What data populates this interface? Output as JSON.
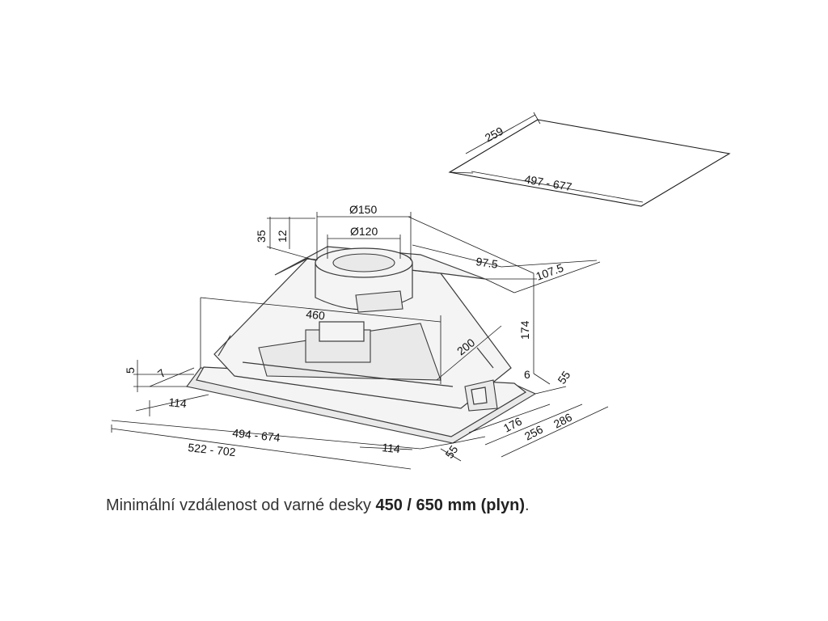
{
  "dimensions": {
    "filter_depth": "259",
    "filter_width": "497 - 677",
    "outlet_outer": "Ø150",
    "outlet_inner": "Ø120",
    "collar_height": "35",
    "collar_inner_height": "12",
    "outlet_offset_a": "97.5",
    "outlet_offset_b": "107.5",
    "body_width": "460",
    "body_depth": "200",
    "height": "174",
    "edge_height": "5",
    "edge_left": "7",
    "edge_right": "6",
    "side_left": "114",
    "side_right": "114",
    "cutout_width": "494 - 674",
    "total_width": "522 - 702",
    "depth_55_top": "55",
    "depth_55_bottom": "55",
    "depth_176": "176",
    "depth_256": "256",
    "depth_286": "286"
  },
  "caption": {
    "text": "Minimální vzdálenost od varné desky ",
    "bold": "450 / 650 mm (plyn)",
    "suffix": "."
  }
}
